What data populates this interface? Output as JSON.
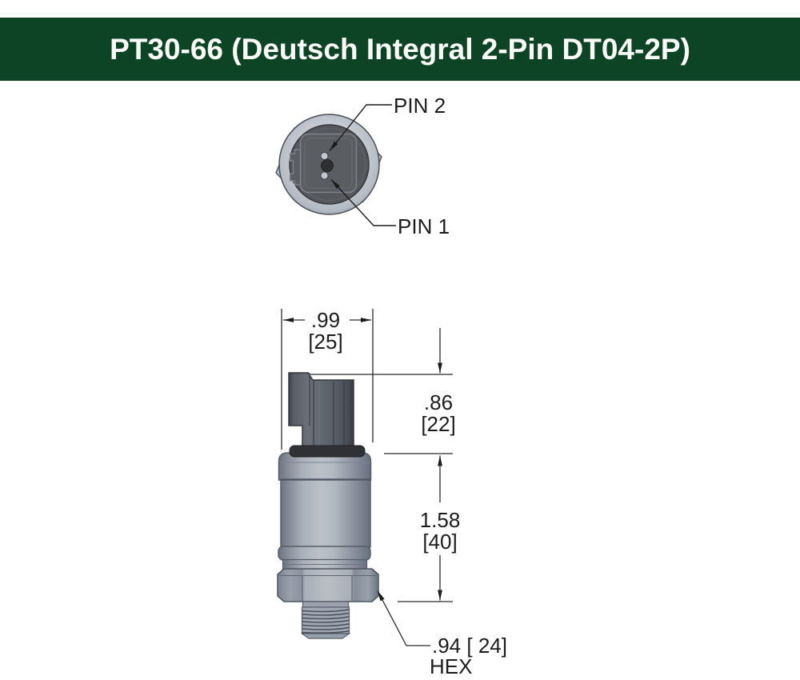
{
  "header": {
    "title": "PT30-66 (Deutsch Integral 2-Pin DT04-2P)",
    "bg_color": "#0e4426",
    "text_color": "#fafaf6"
  },
  "front_view": {
    "pin2_label": "PIN 2",
    "pin1_label": "PIN 1"
  },
  "side_view": {
    "width_dim": {
      "in": ".99",
      "mm": "[25]"
    },
    "connector_height_dim": {
      "in": ".86",
      "mm": "[22]"
    },
    "body_height_dim": {
      "in": "1.58",
      "mm": "[40]"
    },
    "hex_dim": {
      "value": ".94 [ 24]",
      "label": "HEX"
    }
  }
}
